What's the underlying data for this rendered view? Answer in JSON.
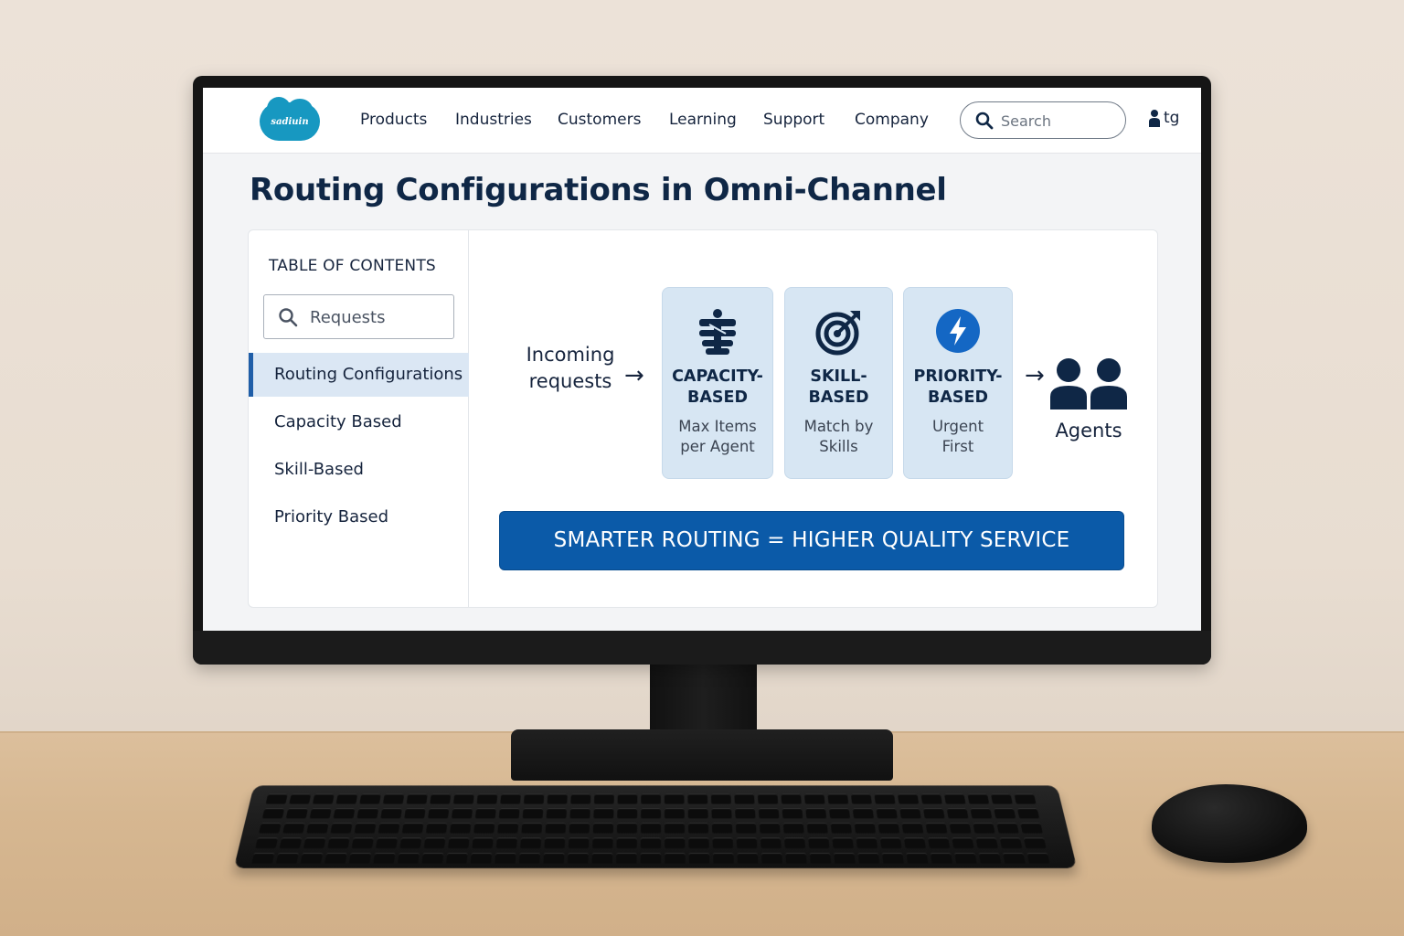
{
  "brand": {
    "logo_text": "sadiuin",
    "color": "#1798c1"
  },
  "nav": {
    "items": [
      {
        "label": "Products"
      },
      {
        "label": "Industries"
      },
      {
        "label": "Customers"
      },
      {
        "label": "Learning"
      },
      {
        "label": "Support"
      },
      {
        "label": "Company"
      }
    ],
    "search_placeholder": "Search",
    "user_label": "tg"
  },
  "page": {
    "title": "Routing Configurations in Omni-Channel"
  },
  "toc": {
    "heading": "TABLE OF CONTENTS",
    "search_value": "Requests",
    "items": [
      {
        "label": "Routing Configurations",
        "active": true
      },
      {
        "label": "Capacity Based",
        "active": false
      },
      {
        "label": "Skill-Based",
        "active": false
      },
      {
        "label": "Priority Based",
        "active": false
      }
    ]
  },
  "diagram": {
    "incoming_line1": "Incoming",
    "incoming_line2": "requests",
    "cards": [
      {
        "title_line1": "CAPACITY-",
        "title_line2": "BASED",
        "desc_line1": "Max Items",
        "desc_line2": "per Agent",
        "icon": "balance-icon"
      },
      {
        "title_line1": "SKILL-",
        "title_line2": "BASED",
        "desc_line1": "Match by",
        "desc_line2": "Skills",
        "icon": "target-icon"
      },
      {
        "title_line1": "PRIORITY-",
        "title_line2": "BASED",
        "desc_line1": "Urgent",
        "desc_line2": "First",
        "icon": "lightning-icon"
      }
    ],
    "agents_label": "Agents",
    "banner": "SMARTER ROUTING = HIGHER QUALITY SERVICE"
  },
  "colors": {
    "primary": "#0b5aa8",
    "navy": "#16243d",
    "card_bg": "#d7e6f3",
    "active_bg": "#dbe7f4"
  }
}
